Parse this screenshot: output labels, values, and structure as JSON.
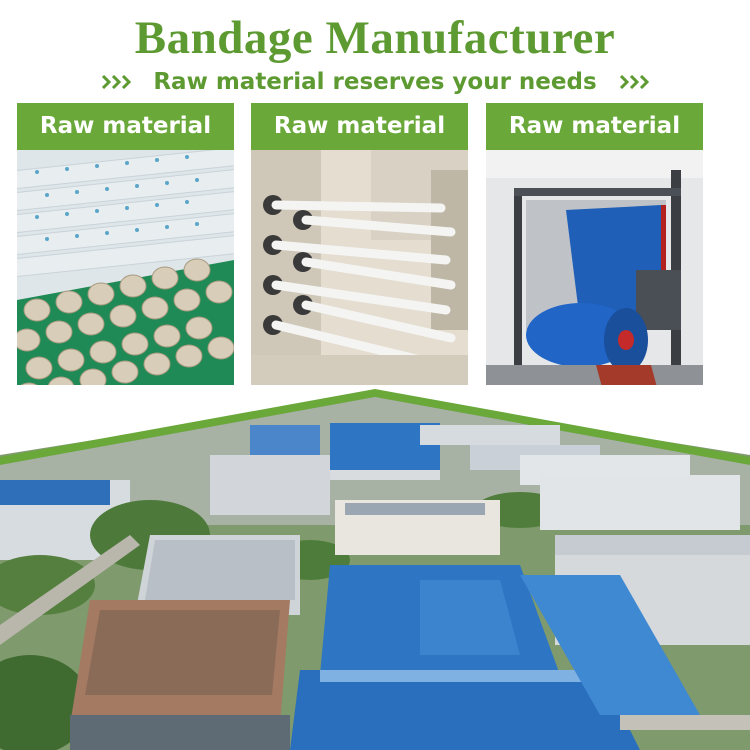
{
  "header": {
    "title": "Bandage Manufacturer",
    "subtitle": "Raw material reserves your needs"
  },
  "panels": [
    {
      "label": "Raw material",
      "photo": "rolls of bandage material"
    },
    {
      "label": "Raw material",
      "photo": "white rollers on winding machine"
    },
    {
      "label": "Raw material",
      "photo": "blue fabric roll on machine"
    }
  ],
  "aerial_photo": "factory aerial view",
  "colors": {
    "brand_green": "#5d9a31",
    "label_green": "#6aa83a",
    "roof_blue": "#2e76c4"
  },
  "icons": [
    "chevrons-right-icon",
    "chevrons-left-icon"
  ]
}
